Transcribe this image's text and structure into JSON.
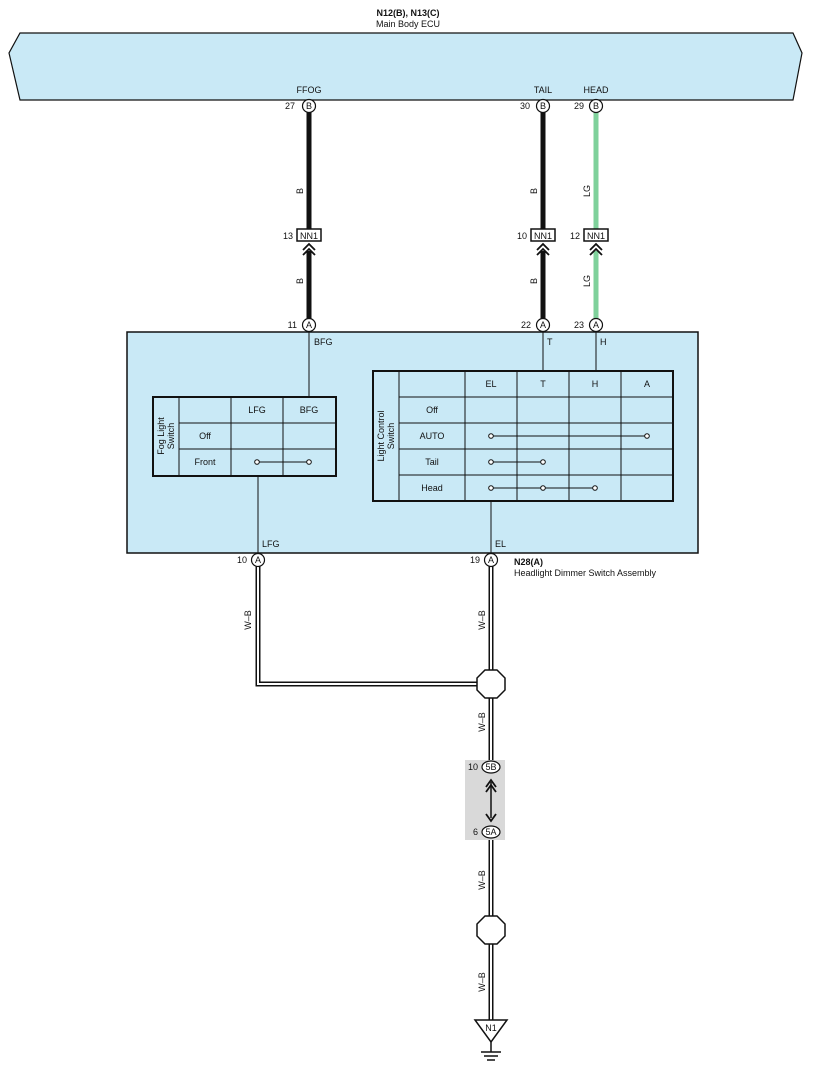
{
  "colors": {
    "ecu_fill": "#c9e9f6",
    "wire_black": "#111111",
    "wire_green": "#7fd19b",
    "ground_bg": "#d9d9d9"
  },
  "ecu": {
    "connectors": "N12(B), N13(C)",
    "name": "Main Body ECU",
    "pins": [
      {
        "signal": "FFOG",
        "number": "27",
        "letter": "B"
      },
      {
        "signal": "TAIL",
        "number": "30",
        "letter": "B"
      },
      {
        "signal": "HEAD",
        "number": "29",
        "letter": "B"
      }
    ]
  },
  "wires_upper": [
    {
      "color_code": "B",
      "color_code_lower": "B",
      "junction": "NN1",
      "junction_pin": "13"
    },
    {
      "color_code": "B",
      "color_code_lower": "B",
      "junction": "NN1",
      "junction_pin": "10"
    },
    {
      "color_code": "LG",
      "color_code_lower": "LG",
      "junction": "NN1",
      "junction_pin": "12"
    }
  ],
  "switch_assembly": {
    "connector": "N28(A)",
    "name": "Headlight Dimmer Switch Assembly",
    "top_pins": [
      {
        "number": "11",
        "letter": "A",
        "terminal": "BFG"
      },
      {
        "number": "22",
        "letter": "A",
        "terminal": "T"
      },
      {
        "number": "23",
        "letter": "A",
        "terminal": "H"
      }
    ],
    "bottom_pins": [
      {
        "number": "10",
        "letter": "A",
        "terminal": "LFG"
      },
      {
        "number": "19",
        "letter": "A",
        "terminal": "EL"
      }
    ],
    "fog_switch": {
      "title": "Fog Light Switch",
      "title_line1": "Fog Light",
      "title_line2": "Switch",
      "columns": [
        "LFG",
        "BFG"
      ],
      "rows": [
        "Off",
        "Front"
      ]
    },
    "light_control_switch": {
      "title_line1": "Light Control",
      "title_line2": "Switch",
      "columns": [
        "EL",
        "T",
        "H",
        "A"
      ],
      "rows": [
        "Off",
        "AUTO",
        "Tail",
        "Head"
      ]
    }
  },
  "lower_wiring": {
    "wire_left": "W–B",
    "wire_right": "W–B",
    "wire_mid": "W–B",
    "wire_after_conn": "W–B",
    "wire_bottom": "W–B",
    "connector_top": {
      "number": "10",
      "label": "5B"
    },
    "connector_bottom": {
      "number": "6",
      "label": "5A"
    },
    "ground": "N1"
  }
}
